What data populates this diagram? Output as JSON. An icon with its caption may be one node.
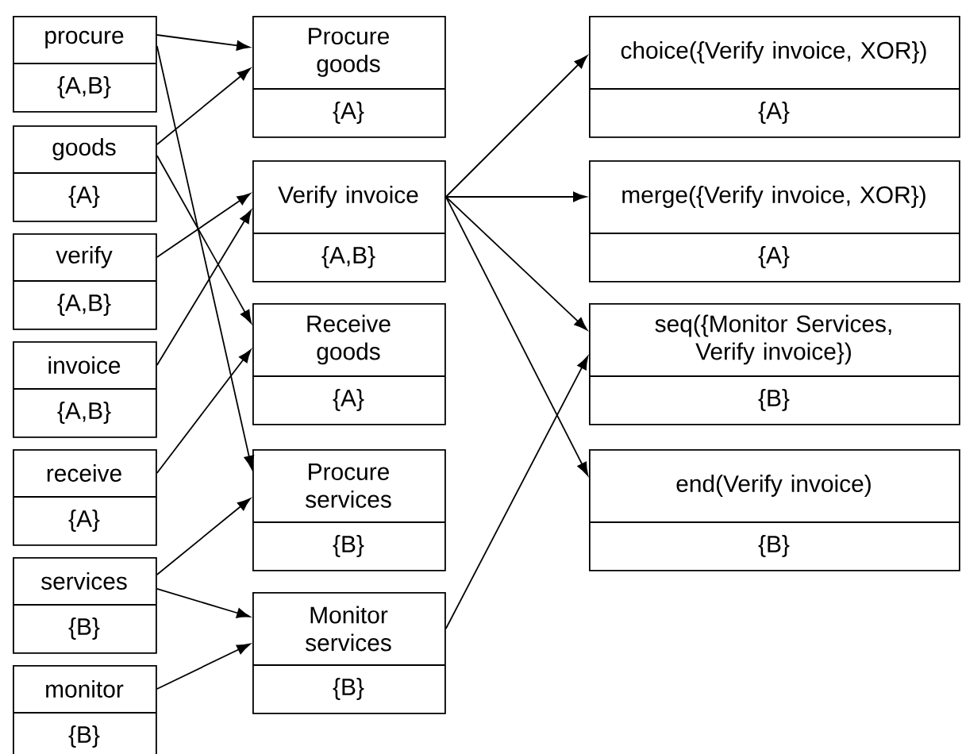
{
  "diagram": {
    "nodes": [
      {
        "text": [
          "procure",
          "{A,B}"
        ]
      },
      {
        "text": [
          "goods",
          "{A}"
        ]
      },
      {
        "text": [
          "verify",
          "{A,B}"
        ]
      },
      {
        "text": [
          "invoice",
          "{A,B}"
        ]
      },
      {
        "text": [
          "receive",
          "{A}"
        ]
      },
      {
        "text": [
          "services",
          "{B}"
        ]
      },
      {
        "text": [
          "monitor",
          "{B}"
        ]
      },
      {
        "text": [
          "Procure goods",
          "{A}"
        ]
      },
      {
        "text": [
          "Verify invoice",
          "{A,B}"
        ]
      },
      {
        "text": [
          "Receive goods",
          "{A}"
        ]
      },
      {
        "text": [
          "Procure services",
          "{B}"
        ]
      },
      {
        "text": [
          "Monitor services",
          "{B}"
        ]
      },
      {
        "text": [
          "choice({Verify invoice, XOR})",
          "{A}"
        ]
      },
      {
        "text": [
          "merge({Verify invoice, XOR})",
          "{A}"
        ]
      },
      {
        "text": [
          "seq({Monitor Services, Verify invoice})",
          "{B}"
        ]
      },
      {
        "text": [
          "end(Verify invoice)",
          "{B}"
        ]
      }
    ],
    "edges": [
      {
        "from": 0,
        "to": 7,
        "arrow": "to"
      },
      {
        "from": 0,
        "to": 10,
        "arrow": "to"
      },
      {
        "from": 1,
        "to": 7,
        "arrow": "to"
      },
      {
        "from": 1,
        "to": 9,
        "arrow": "to"
      },
      {
        "from": 2,
        "to": 8,
        "arrow": "to"
      },
      {
        "from": 3,
        "to": 8,
        "arrow": "to"
      },
      {
        "from": 4,
        "to": 9,
        "arrow": "to"
      },
      {
        "from": 5,
        "to": 10,
        "arrow": "to"
      },
      {
        "from": 5,
        "to": 11,
        "arrow": "to"
      },
      {
        "from": 6,
        "to": 11,
        "arrow": "to"
      },
      {
        "from": 8,
        "to": 12,
        "arrow": "to"
      },
      {
        "from": 8,
        "to": 13,
        "arrow": "to"
      },
      {
        "from": 8,
        "to": 14,
        "arrow": "to"
      },
      {
        "from": 8,
        "to": 15,
        "arrow": "to"
      },
      {
        "from": 11,
        "to": 14,
        "arrow": "to"
      }
    ]
  }
}
